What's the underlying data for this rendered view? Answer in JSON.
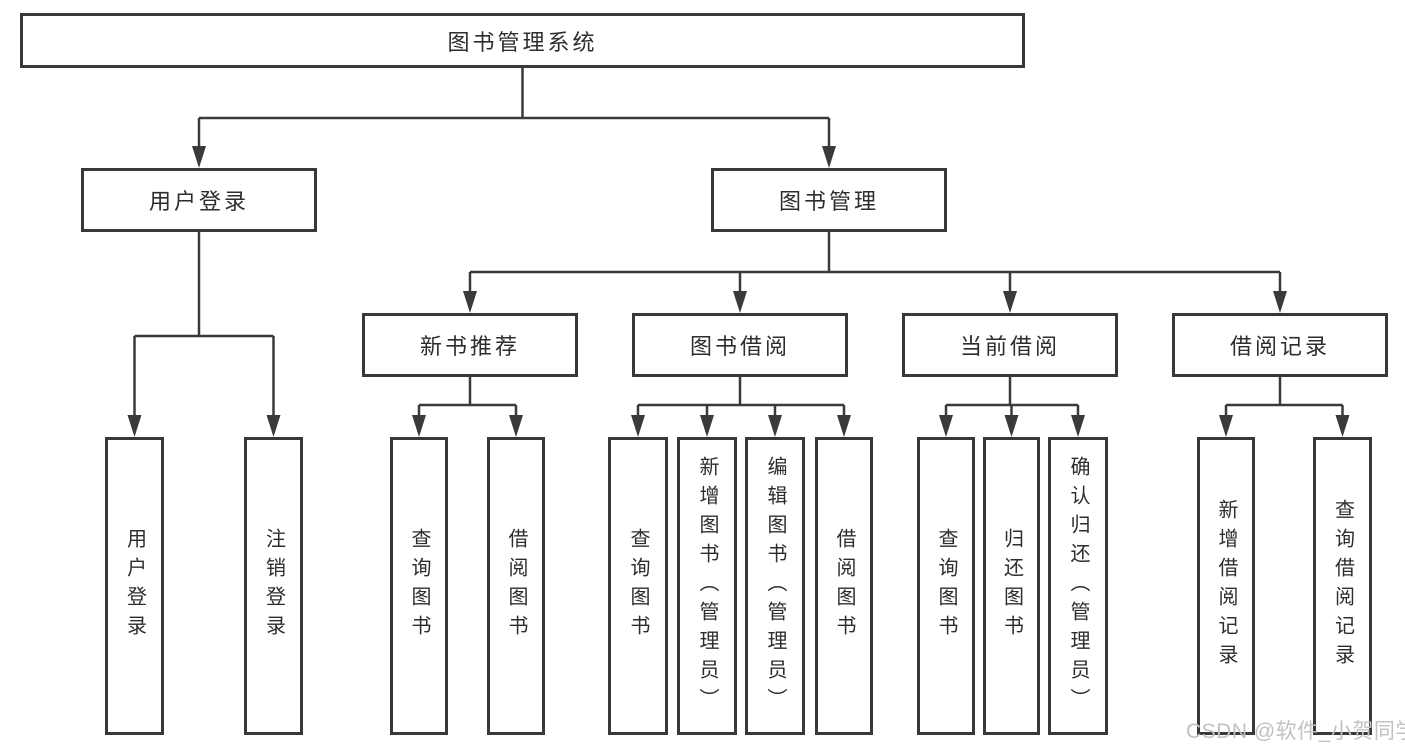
{
  "diagram": {
    "title": "图书管理系统",
    "root": {
      "label": "图书管理系统"
    },
    "level2": [
      {
        "label": "用户登录"
      },
      {
        "label": "图书管理"
      }
    ],
    "level3": [
      {
        "label": "新书推荐"
      },
      {
        "label": "图书借阅"
      },
      {
        "label": "当前借阅"
      },
      {
        "label": "借阅记录"
      }
    ],
    "leaves": {
      "login": [
        "用户登录",
        "注销登录"
      ],
      "new_books": [
        "查询图书",
        "借阅图书"
      ],
      "book_borrow": [
        "查询图书",
        "新增图书（管理员）",
        "编辑图书（管理员）",
        "借阅图书"
      ],
      "current_borrow": [
        "查询图书",
        "归还图书",
        "确认归还（管理员）"
      ],
      "borrow_records": [
        "新增借阅记录",
        "查询借阅记录"
      ]
    }
  },
  "watermark": {
    "text": "CSDN @软件_小贺同学"
  },
  "colors": {
    "line": "#3a3a3a",
    "box_border": "#383838",
    "text": "#2d2d2d",
    "watermark": "#c2c2c2",
    "background": "#ffffff"
  }
}
